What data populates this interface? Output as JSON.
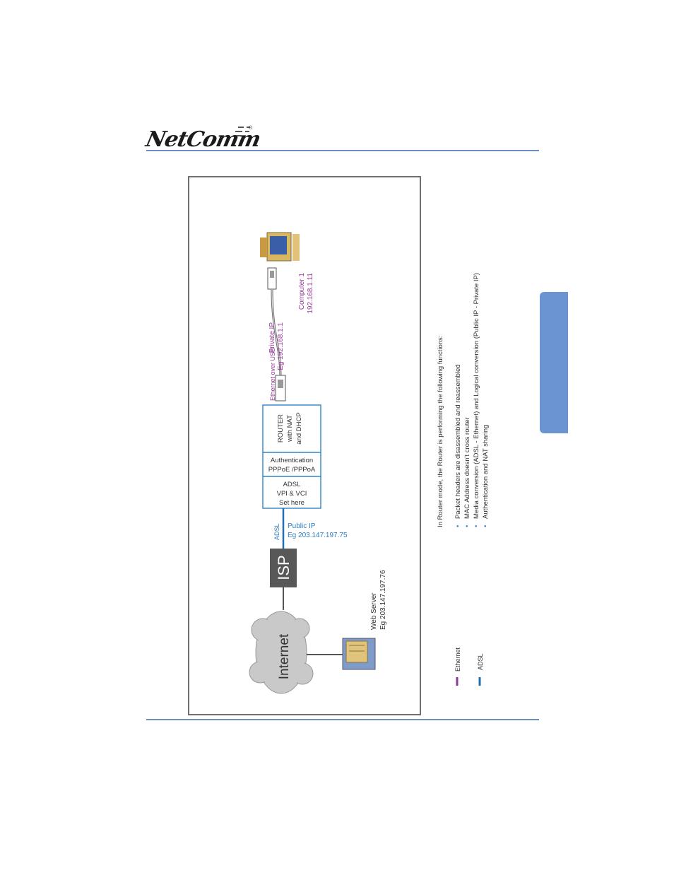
{
  "header": {
    "logo_text": "NetComm",
    "registered_mark": "®"
  },
  "diagram": {
    "computer": {
      "name": "Computer 1",
      "ip": "192.168.1.11"
    },
    "private_ip": {
      "label": "Private IP",
      "value": "Eg 192.168.1.1"
    },
    "link_usb": "Ethernet over USB",
    "router": {
      "block1": [
        "ROUTER",
        "with NAT",
        "and DHCP"
      ],
      "block2": [
        "Authentication",
        "PPPoE /PPPoA"
      ],
      "block3": [
        "ADSL",
        "VPI & VCI",
        "Set here"
      ]
    },
    "link_adsl": "ADSL",
    "public_ip": {
      "label": "Public IP",
      "value": "Eg 203.147.197.75"
    },
    "isp": "ISP",
    "internet": "Internet",
    "web_server": {
      "name": "Web Server",
      "ip": "Eg 203.147.197.76"
    },
    "functions_intro": "In Router mode, the Router is performing the following functions:",
    "functions": [
      "Packet headers are disassembled and reassembled",
      "MAC Address doesn't cross router",
      "Media conversion (ADSL - Ethernet) and Logical conversion (Public IP - Private IP)",
      "Authentication and NAT sharing"
    ],
    "legend": [
      {
        "label": "Ethernet",
        "color": "#8a3a9a"
      },
      {
        "label": "ADSL",
        "color": "#1f6fb5"
      }
    ],
    "colors": {
      "ethernet_text": "#9a3d9a",
      "adsl_text": "#2c7cc0",
      "router_border": "#3d8cc8",
      "isp_box": "#585858",
      "cloud": "#c9c9c9"
    }
  }
}
